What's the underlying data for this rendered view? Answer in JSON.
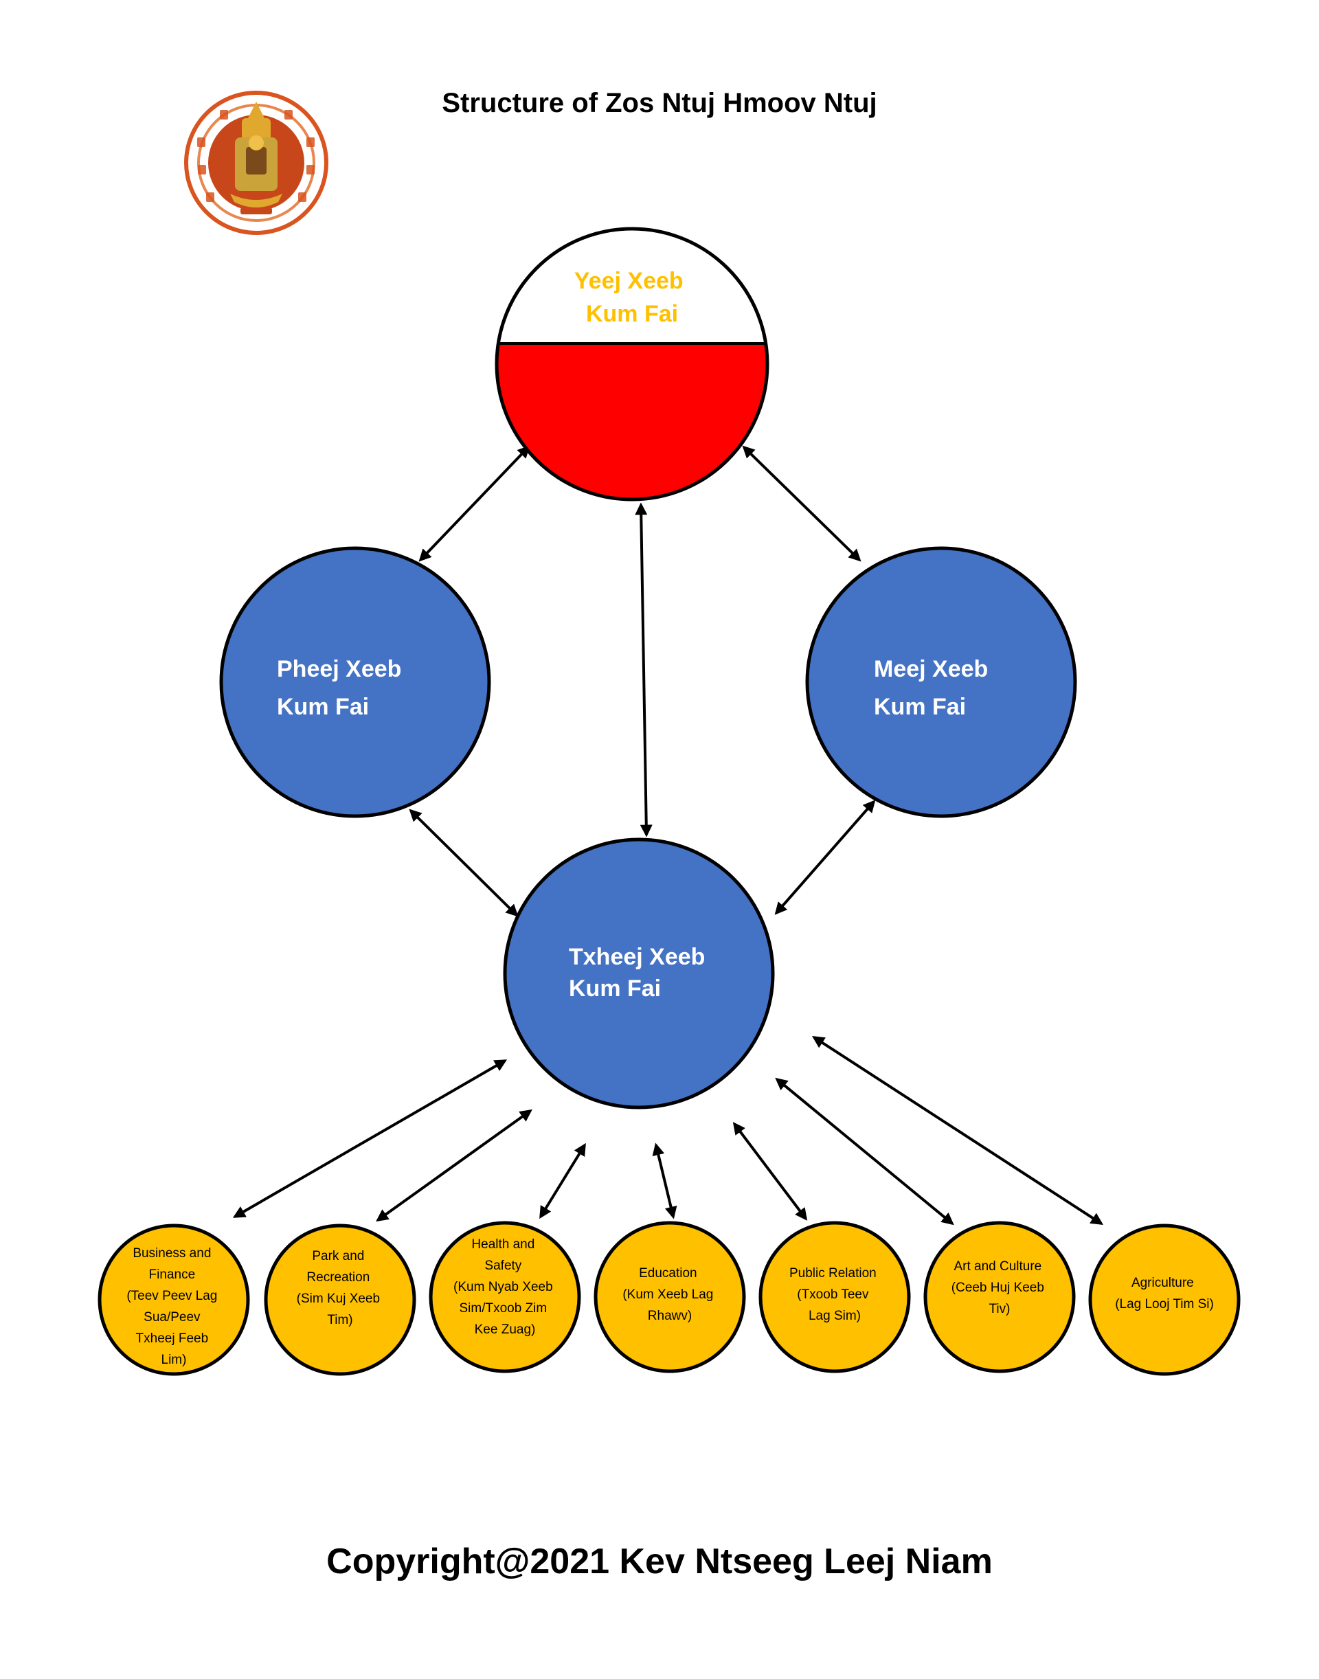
{
  "title": "Structure of Zos Ntuj Hmoov Ntuj",
  "copyright": "Copyright@2021 Kev Ntseeg Leej Niam",
  "logo": {
    "icon": "seal-logo-icon",
    "ring_color": "#d9541e",
    "inner_color": "#c8471a"
  },
  "colors": {
    "top_upper": "#ffffff",
    "top_lower": "#ff0000",
    "top_text": "#ffc000",
    "blue": "#4472c4",
    "yellow": "#ffc000",
    "white_text": "#ffffff",
    "dark_text": "#000000"
  },
  "nodes": {
    "top": {
      "lines": [
        "Yeej Xeeb",
        "Kum Fai"
      ]
    },
    "left": {
      "lines": [
        "Pheej Xeeb",
        "Kum Fai"
      ]
    },
    "right": {
      "lines": [
        "Meej Xeeb",
        "Kum Fai"
      ]
    },
    "center": {
      "lines": [
        "Txheej Xeeb",
        "Kum Fai"
      ]
    }
  },
  "departments": [
    {
      "lines": [
        "Business and",
        "Finance",
        "(Teev Peev Lag",
        "Sua/Peev",
        "Txheej Feeb",
        "Lim)"
      ]
    },
    {
      "lines": [
        "Park and",
        "Recreation",
        "(Sim Kuj Xeeb",
        "Tim)"
      ]
    },
    {
      "lines": [
        "Health and",
        "Safety",
        "(Kum Nyab Xeeb",
        "Sim/Txoob Zim",
        "Kee Zuag)"
      ]
    },
    {
      "lines": [
        "Education",
        "(Kum Xeeb Lag",
        "Rhawv)"
      ]
    },
    {
      "lines": [
        "Public Relation",
        "(Txoob Teev",
        "Lag Sim)"
      ]
    },
    {
      "lines": [
        "Art and Culture",
        "(Ceeb Huj Keeb",
        "Tiv)"
      ]
    },
    {
      "lines": [
        "Agriculture",
        "(Lag Looj Tim Si)"
      ]
    }
  ]
}
